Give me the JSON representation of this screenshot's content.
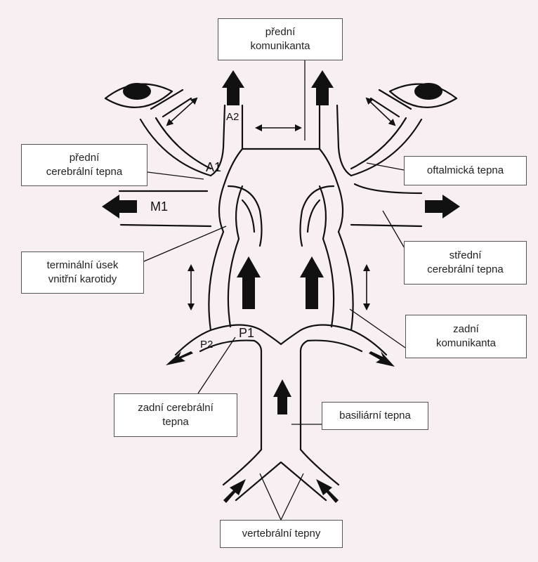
{
  "labels": {
    "anterior_communicating": [
      "přední",
      "komunikanta"
    ],
    "anterior_cerebral": [
      "přední",
      "cerebrální tepna"
    ],
    "ophthalmic": [
      "oftalmická tepna"
    ],
    "terminal_ica": [
      "terminální úsek",
      "vnitřní karotidy"
    ],
    "middle_cerebral": [
      "střední",
      "cerebrální tepna"
    ],
    "posterior_communicating": [
      "zadní",
      "komunikanta"
    ],
    "posterior_cerebral": [
      "zadní cerebrální",
      "tepna"
    ],
    "basilar": [
      "basiliární tepna"
    ],
    "vertebral": [
      "vertebrální tepny"
    ]
  },
  "segments": {
    "a1": "A1",
    "a2": "A2",
    "m1": "M1",
    "p1": "P1",
    "p2": "P2"
  },
  "colors": {
    "background": "#f7eff1",
    "line": "#111111",
    "box_border": "#555555"
  }
}
